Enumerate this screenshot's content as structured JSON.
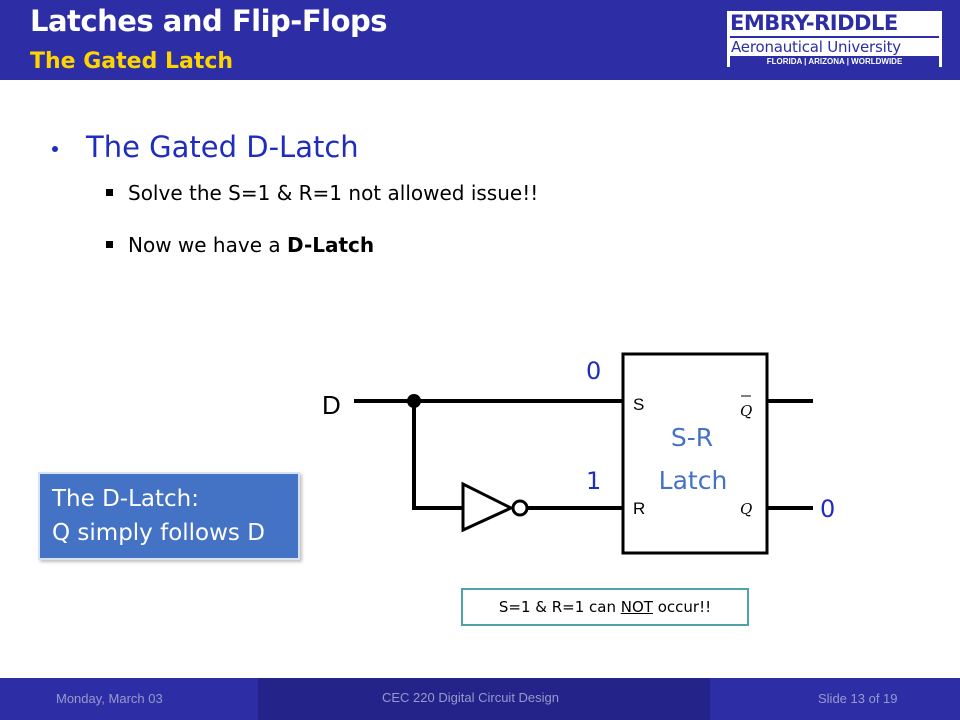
{
  "header": {
    "title": "Latches and Flip-Flops",
    "subtitle": "The Gated Latch"
  },
  "logo": {
    "name": "EMBRY-RIDDLE",
    "subtitle": "Aeronautical University",
    "campuses": "FLORIDA | ARIZONA | WORLDWIDE"
  },
  "content": {
    "bullet": "The Gated D-Latch",
    "sub1": "Solve the S=1 & R=1 not allowed issue!!",
    "sub2_prefix": "Now we have a ",
    "sub2_bold": "D-Latch"
  },
  "diagram": {
    "input_label": "D",
    "s_value": "0",
    "r_value": "1",
    "q_value": "0",
    "s_pin": "S",
    "r_pin": "R",
    "qbar_pin": "Q",
    "q_pin": "Q",
    "block_line1": "S-R",
    "block_line2": "Latch"
  },
  "callout": {
    "line1": "The D-Latch:",
    "line2": "Q simply follows D"
  },
  "note": {
    "prefix": "S=1 & R=1 can ",
    "underlined": "NOT",
    "suffix": " occur!!"
  },
  "footer": {
    "date": "Monday, March 03",
    "course": "CEC 220 Digital Circuit Design",
    "slide": "Slide 13 of 19"
  },
  "colors": {
    "header_bg": "#2d2ea6",
    "subtitle": "#ffd500",
    "bullet": "#1f2dbf",
    "callout_bg": "#4472c4",
    "note_border": "#4fa3a8",
    "block_text": "#4472c4"
  }
}
